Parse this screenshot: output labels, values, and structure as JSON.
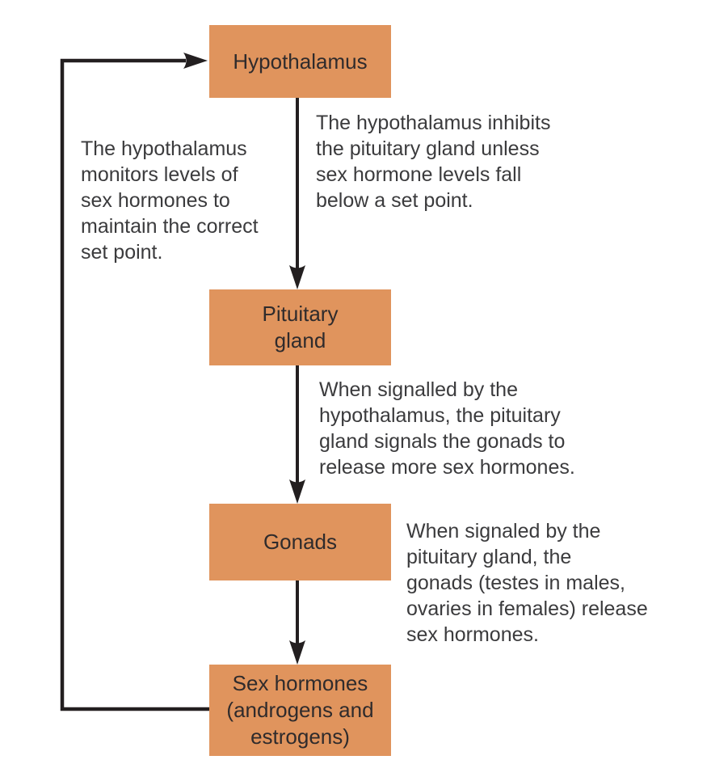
{
  "diagram": {
    "type": "flowchart",
    "subject": "Sex hormone negative feedback loop",
    "colors": {
      "node_fill": "#E0945D",
      "node_text": "#2F2B2C",
      "arrow": "#231F20",
      "annotation_text": "#3B3B3D",
      "background": "#FFFFFF"
    },
    "nodes": [
      {
        "id": "hypothalamus",
        "label": "Hypothalamus"
      },
      {
        "id": "pituitary-gland",
        "label": "Pituitary\ngland"
      },
      {
        "id": "gonads",
        "label": "Gonads"
      },
      {
        "id": "sex-hormones",
        "label": "Sex hormones\n(androgens and\nestrogens)"
      }
    ],
    "edges": [
      {
        "from": "hypothalamus",
        "to": "pituitary-gland",
        "style": "arrow-down"
      },
      {
        "from": "pituitary-gland",
        "to": "gonads",
        "style": "arrow-down"
      },
      {
        "from": "gonads",
        "to": "sex-hormones",
        "style": "arrow-down"
      },
      {
        "from": "sex-hormones",
        "to": "hypothalamus",
        "style": "feedback-loop-left"
      }
    ],
    "annotations": [
      {
        "id": "feedback-note",
        "text": "The hypothalamus\nmonitors levels of\nsex hormones to\nmaintain the correct\nset point."
      },
      {
        "id": "inhibit-note",
        "text": "The hypothalamus inhibits\nthe pituitary gland unless\nsex hormone levels fall\nbelow a set point."
      },
      {
        "id": "signalled-note",
        "text": "When signalled by the\nhypothalamus, the pituitary\ngland signals the gonads to\nrelease more sex hormones."
      },
      {
        "id": "gonads-note",
        "text": "When signaled by the\npituitary gland, the\ngonads (testes in males,\novaries in females) release\nsex hormones."
      }
    ]
  }
}
